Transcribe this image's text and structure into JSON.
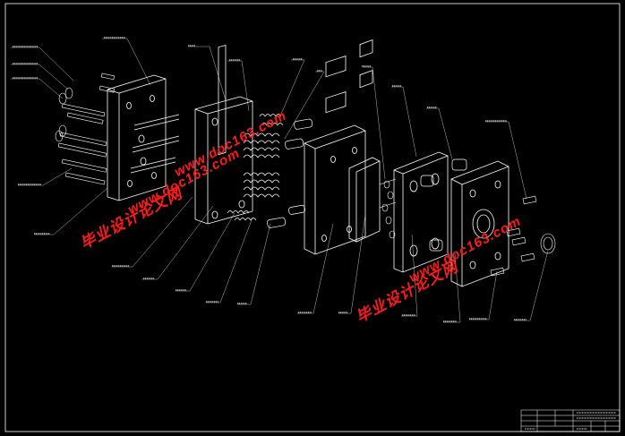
{
  "drawing": {
    "frame_color": "#ffffff",
    "leader_color": "#cfcfcf",
    "part_stroke": "#ffffff",
    "spring_color": "#ffffff"
  },
  "watermarks": [
    {
      "text": "毕业设计论文网",
      "color": "#ff1a1a"
    },
    {
      "text": "www.doc163.com",
      "color": "#ff1a1a"
    },
    {
      "text": "www.doc163.com",
      "color": "#ff1a1a"
    },
    {
      "text": "毕业设计论文网",
      "color": "#ff1a1a"
    },
    {
      "text": "www.doc163.com",
      "color": "#ff1a1a"
    }
  ],
  "title_block": {
    "cells": [
      "",
      "",
      "",
      "",
      "",
      ""
    ]
  }
}
